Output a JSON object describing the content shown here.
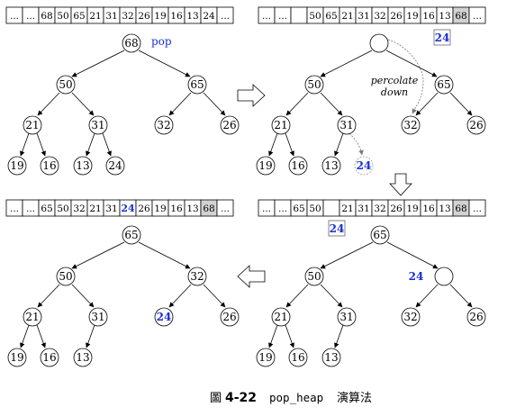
{
  "panels": {
    "p1": {
      "array": [
        "...",
        "...",
        "68",
        "50",
        "65",
        "21",
        "31",
        "32",
        "26",
        "19",
        "16",
        "13",
        "24",
        "..."
      ],
      "nodes": {
        "root": "68",
        "n50": "50",
        "n65": "65",
        "n21": "21",
        "n31": "31",
        "n32": "32",
        "n26": "26",
        "n19": "19",
        "n16": "16",
        "n13": "13",
        "n24": "24"
      },
      "pop_label": "pop"
    },
    "p2": {
      "array": [
        "...",
        "...",
        "",
        "50",
        "65",
        "21",
        "31",
        "32",
        "26",
        "19",
        "16",
        "13",
        "68",
        "..."
      ],
      "nodes": {
        "root": "",
        "n50": "50",
        "n65": "65",
        "n21": "21",
        "n31": "31",
        "n32": "32",
        "n26": "26",
        "n19": "19",
        "n16": "16",
        "n13": "13",
        "n24": "24"
      },
      "hole_value": "24",
      "annotation_line1": "percolate",
      "annotation_line2": "down"
    },
    "p3": {
      "array": [
        "...",
        "...",
        "65",
        "50",
        "",
        "21",
        "31",
        "32",
        "26",
        "19",
        "16",
        "13",
        "68",
        "..."
      ],
      "nodes": {
        "root": "65",
        "n50": "50",
        "n65": "",
        "n21": "21",
        "n31": "31",
        "n32": "32",
        "n26": "26",
        "n19": "19",
        "n16": "16",
        "n13": "13"
      },
      "hole_value_array": "24",
      "hole_value_tree": "24"
    },
    "p4": {
      "array": [
        "...",
        "...",
        "65",
        "50",
        "32",
        "21",
        "31",
        "24",
        "26",
        "19",
        "16",
        "13",
        "68",
        "..."
      ],
      "nodes": {
        "root": "65",
        "n50": "50",
        "n65": "32",
        "n21": "21",
        "n31": "31",
        "n32": "24",
        "n26": "26",
        "n19": "19",
        "n16": "16",
        "n13": "13"
      }
    }
  },
  "caption": {
    "prefix": "圖",
    "number": "4-22",
    "function_name": "pop_heap",
    "suffix": "演算法"
  },
  "colors": {
    "highlight": "#1a2ed6",
    "shaded_cell": "#d2d2d2",
    "line": "#000000"
  }
}
